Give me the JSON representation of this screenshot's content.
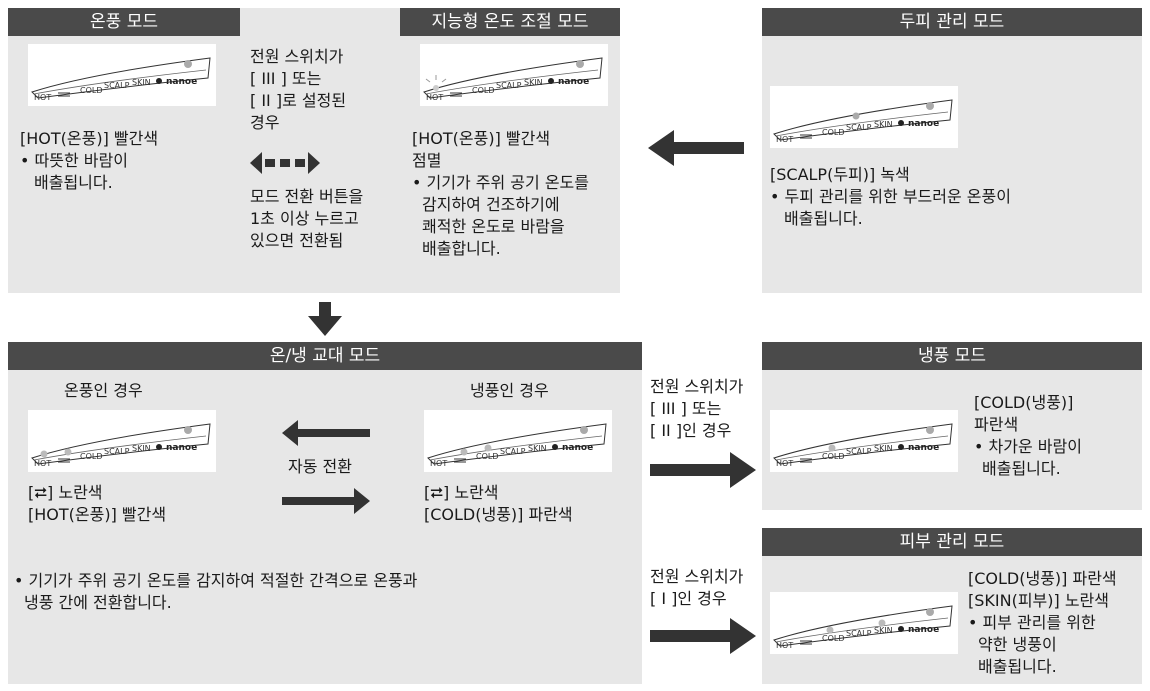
{
  "warm_mode": {
    "title": "온풍 모드",
    "lines": [
      "[HOT(온풍)] 빨간색",
      "• 따뜻한 바람이",
      "  배출됩니다."
    ]
  },
  "switch_note": {
    "lines": [
      "전원 스위치가",
      "[ III ] 또는",
      "[ II ]로 설정된",
      "경우"
    ],
    "toggle_lines": [
      "모드 전환 버튼을",
      "1초 이상 누르고",
      "있으면 전환됨"
    ]
  },
  "smart_mode": {
    "title": "지능형 온도 조절 모드",
    "lines": [
      "[HOT(온풍)] 빨간색",
      "점멸",
      "• 기기가 주위 공기 온도를",
      "  감지하여 건조하기에",
      "  쾌적한 온도로 바람을",
      "  배출합니다."
    ]
  },
  "scalp_mode": {
    "title": "두피 관리 모드",
    "lines": [
      "[SCALP(두피)] 녹색",
      "• 두피 관리를 위한 부드러운 온풍이",
      "  배출됩니다."
    ]
  },
  "alternate_mode": {
    "title": "온/냉 교대 모드",
    "warm_case_label": "온풍인 경우",
    "cool_case_label": "냉풍인 경우",
    "auto_switch_label": "자동 전환",
    "warm_lines": [
      "[⮂] 노란색",
      "[HOT(온풍)] 빨간색"
    ],
    "cool_lines": [
      "[⮂] 노란색",
      "[COLD(냉풍)] 파란색"
    ],
    "bottom_lines": [
      "• 기기가 주위 공기 온도를 감지하여 적절한 간격으로 온풍과",
      "  냉풍 간에 전환합니다."
    ]
  },
  "switch_note_cool": {
    "lines": [
      "전원 스위치가",
      "[ III ] 또는",
      "[ II ]인 경우"
    ]
  },
  "switch_note_skin": {
    "lines": [
      "전원 스위치가",
      "[  I  ]인 경우"
    ]
  },
  "cool_mode": {
    "title": "냉풍 모드",
    "lines": [
      "[COLD(냉풍)]",
      "파란색",
      "• 차가운 바람이",
      "  배출됩니다."
    ]
  },
  "skin_mode": {
    "title": "피부 관리 모드",
    "lines": [
      "[COLD(냉풍)] 파란색",
      "[SKIN(피부)] 노란색",
      "• 피부 관리를 위한",
      "  약한 냉풍이",
      "  배출됩니다."
    ]
  },
  "indicator": {
    "hot": "HOT",
    "cold": "COLD",
    "scalp": "SCALP",
    "skin": "SKIN",
    "nanoe": "nanoe"
  },
  "colors": {
    "panel": "#e7e7e7",
    "header": "#4a4a4a",
    "arrow": "#3a3a3a"
  }
}
